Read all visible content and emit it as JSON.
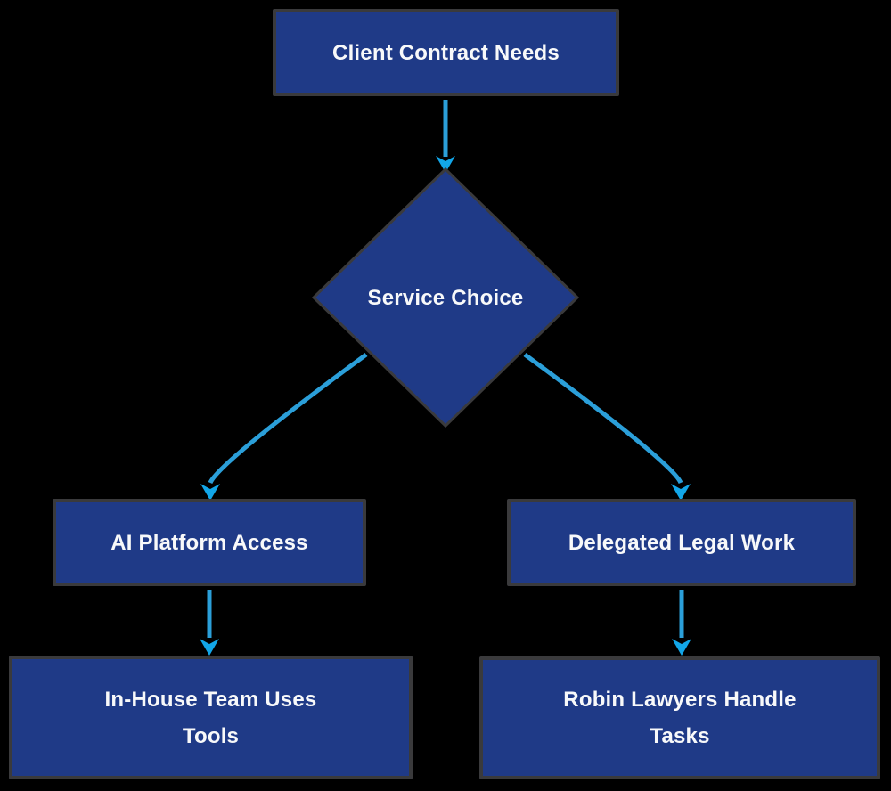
{
  "diagram": {
    "type": "flowchart",
    "palette": {
      "canvas_bg": "#000000",
      "node_fill": "#1f3a87",
      "node_border": "#3a3a3c",
      "node_text": "#f8f9fa",
      "edge_line": "#2b9fd9",
      "edge_head": "#12a6e8"
    },
    "nodes": [
      {
        "id": "client-contract-needs",
        "shape": "rect",
        "label": "Client Contract Needs"
      },
      {
        "id": "service-choice",
        "shape": "diamond",
        "label": "Service Choice"
      },
      {
        "id": "ai-platform-access",
        "shape": "rect",
        "label": "AI Platform Access"
      },
      {
        "id": "delegated-legal-work",
        "shape": "rect",
        "label": "Delegated Legal Work"
      },
      {
        "id": "in-house-team-uses-tools",
        "shape": "rect",
        "label": "In-House Team Uses Tools",
        "lines": [
          "In-House Team Uses",
          "Tools"
        ]
      },
      {
        "id": "robin-lawyers-handle-tasks",
        "shape": "rect",
        "label": "Robin Lawyers Handle Tasks",
        "lines": [
          "Robin Lawyers Handle",
          "Tasks"
        ]
      }
    ],
    "edges": [
      {
        "from": "client-contract-needs",
        "to": "service-choice"
      },
      {
        "from": "service-choice",
        "to": "ai-platform-access"
      },
      {
        "from": "service-choice",
        "to": "delegated-legal-work"
      },
      {
        "from": "ai-platform-access",
        "to": "in-house-team-uses-tools"
      },
      {
        "from": "delegated-legal-work",
        "to": "robin-lawyers-handle-tasks"
      }
    ]
  }
}
